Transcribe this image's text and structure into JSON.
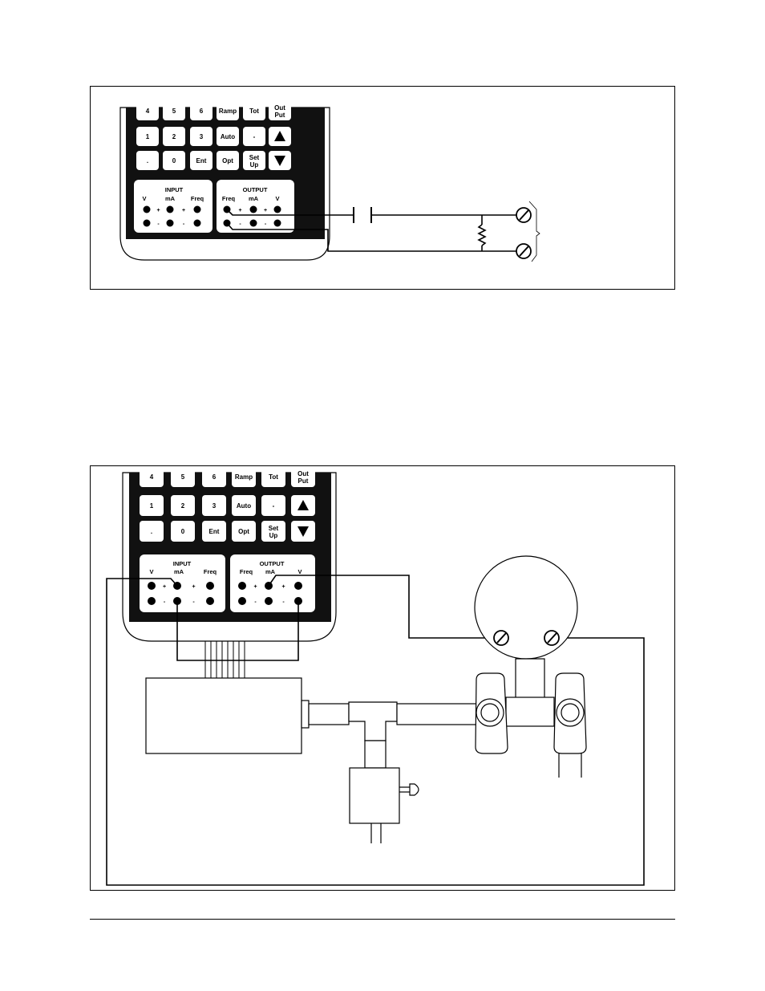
{
  "keypad": {
    "rows": [
      [
        "4",
        "5",
        "6",
        "Ramp",
        "Tot",
        "Out Put"
      ],
      [
        "1",
        "2",
        "3",
        "Auto",
        "-",
        "up-arrow-icon"
      ],
      [
        ".",
        "0",
        "Ent",
        "Opt",
        "Set Up",
        "down-arrow-icon"
      ]
    ]
  },
  "panels": {
    "input": {
      "title": "INPUT",
      "cols": [
        "V",
        "mA",
        "Freq"
      ]
    },
    "output": {
      "title": "OUTPUT",
      "cols": [
        "Freq",
        "mA",
        "V"
      ]
    },
    "plus": "+",
    "minus": "-"
  },
  "colors": {
    "ink": "#000000",
    "keypad_body": "#111111",
    "key": "#ffffff"
  }
}
